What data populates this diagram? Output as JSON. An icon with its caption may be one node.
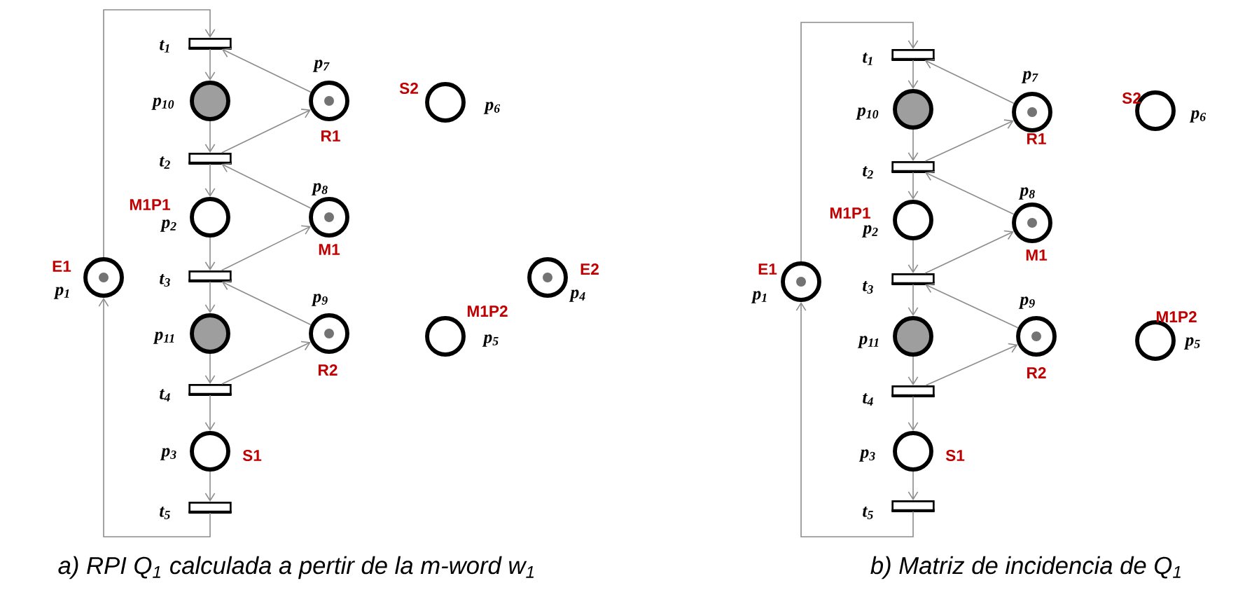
{
  "diagram": {
    "nodes": [
      {
        "text": [],
        "shape": "bar",
        "beside": [
          "t$_{1}$"
        ]
      },
      {
        "text": [],
        "shape": "circle",
        "beside": [
          "p$_{10}$"
        ]
      },
      {
        "text": [],
        "shape": "bar",
        "beside": [
          "t$_{2}$"
        ]
      },
      {
        "text": [],
        "shape": "circle",
        "beside": [
          "M1P1",
          "p$_{2}$"
        ]
      },
      {
        "text": [],
        "shape": "bar",
        "beside": [
          "t$_{3}$"
        ]
      },
      {
        "text": [],
        "shape": "circle",
        "beside": [
          "p$_{11}$"
        ]
      },
      {
        "text": [],
        "shape": "bar",
        "beside": [
          "t$_{4}$"
        ]
      },
      {
        "text": [],
        "shape": "circle",
        "beside": [
          "p$_{3}$",
          "S1"
        ]
      },
      {
        "text": [],
        "shape": "bar",
        "beside": [
          "t$_{5}$"
        ]
      },
      {
        "text": [],
        "shape": "circle",
        "beside": [
          "E1",
          "p$_{1}$"
        ]
      },
      {
        "text": [],
        "shape": "circle",
        "beside": [
          "p$_{7}$",
          "R1"
        ]
      },
      {
        "text": [],
        "shape": "circle",
        "beside": [
          "p$_{8}$",
          "M1"
        ]
      },
      {
        "text": [],
        "shape": "circle",
        "beside": [
          "p$_{9}$",
          "R2"
        ]
      },
      {
        "text": [],
        "shape": "circle",
        "beside": [
          "S2",
          "p$_{6}$"
        ]
      },
      {
        "text": [],
        "shape": "circle",
        "beside": [
          "E2",
          "p$_{4}$"
        ]
      },
      {
        "text": [],
        "shape": "circle",
        "beside": [
          "M1P2",
          "p$_{5}$"
        ]
      },
      {
        "text": [],
        "shape": "bar",
        "beside": [
          "t$_{1}$"
        ]
      },
      {
        "text": [],
        "shape": "circle",
        "beside": [
          "p$_{10}$"
        ]
      },
      {
        "text": [],
        "shape": "bar",
        "beside": [
          "t$_{2}$"
        ]
      },
      {
        "text": [],
        "shape": "circle",
        "beside": [
          "M1P1",
          "p$_{2}$"
        ]
      },
      {
        "text": [],
        "shape": "bar",
        "beside": [
          "t$_{3}$"
        ]
      },
      {
        "text": [],
        "shape": "circle",
        "beside": [
          "p$_{11}$"
        ]
      },
      {
        "text": [],
        "shape": "bar",
        "beside": [
          "t$_{4}$"
        ]
      },
      {
        "text": [],
        "shape": "circle",
        "beside": [
          "p$_{3}$",
          "S1"
        ]
      },
      {
        "text": [],
        "shape": "bar",
        "beside": [
          "t$_{5}$"
        ]
      },
      {
        "text": [],
        "shape": "circle",
        "beside": [
          "E1",
          "p$_{1}$"
        ]
      },
      {
        "text": [],
        "shape": "circle",
        "beside": [
          "p$_{7}$",
          "R1"
        ]
      },
      {
        "text": [],
        "shape": "circle",
        "beside": [
          "p$_{8}$",
          "M1"
        ]
      },
      {
        "text": [],
        "shape": "circle",
        "beside": [
          "p$_{9}$",
          "R2"
        ]
      },
      {
        "text": [],
        "shape": "circle",
        "beside": [
          "S2",
          "p$_{6}$"
        ]
      },
      {
        "text": [],
        "shape": "circle",
        "beside": [
          "M1P2",
          "p$_{5}$"
        ]
      }
    ],
    "edges": [
      {
        "from": 0,
        "to": 1,
        "arrow": "to"
      },
      {
        "from": 1,
        "to": 2,
        "arrow": "to"
      },
      {
        "from": 2,
        "to": 3,
        "arrow": "to"
      },
      {
        "from": 3,
        "to": 4,
        "arrow": "to"
      },
      {
        "from": 4,
        "to": 5,
        "arrow": "to"
      },
      {
        "from": 5,
        "to": 6,
        "arrow": "to"
      },
      {
        "from": 6,
        "to": 7,
        "arrow": "to"
      },
      {
        "from": 7,
        "to": 8,
        "arrow": "to"
      },
      {
        "from": 8,
        "to": 9,
        "arrow": "to"
      },
      {
        "from": 9,
        "to": 0,
        "arrow": "to"
      },
      {
        "from": 10,
        "to": 0,
        "arrow": "to"
      },
      {
        "from": 2,
        "to": 10,
        "arrow": "to"
      },
      {
        "from": 11,
        "to": 2,
        "arrow": "to"
      },
      {
        "from": 4,
        "to": 11,
        "arrow": "to"
      },
      {
        "from": 12,
        "to": 4,
        "arrow": "to"
      },
      {
        "from": 6,
        "to": 12,
        "arrow": "to"
      },
      {
        "from": 16,
        "to": 17,
        "arrow": "to"
      },
      {
        "from": 17,
        "to": 18,
        "arrow": "to"
      },
      {
        "from": 18,
        "to": 19,
        "arrow": "to"
      },
      {
        "from": 19,
        "to": 20,
        "arrow": "to"
      },
      {
        "from": 20,
        "to": 21,
        "arrow": "to"
      },
      {
        "from": 21,
        "to": 22,
        "arrow": "to"
      },
      {
        "from": 22,
        "to": 23,
        "arrow": "to"
      },
      {
        "from": 23,
        "to": 24,
        "arrow": "to"
      },
      {
        "from": 24,
        "to": 25,
        "arrow": "to"
      },
      {
        "from": 25,
        "to": 16,
        "arrow": "to"
      },
      {
        "from": 26,
        "to": 16,
        "arrow": "to"
      },
      {
        "from": 18,
        "to": 26,
        "arrow": "to"
      },
      {
        "from": 27,
        "to": 18,
        "arrow": "to"
      },
      {
        "from": 20,
        "to": 27,
        "arrow": "to"
      },
      {
        "from": 28,
        "to": 20,
        "arrow": "to"
      },
      {
        "from": 22,
        "to": 28,
        "arrow": "to"
      }
    ],
    "labels": [
      "a) RPI *Q*$_{1}$ calculada a pertir de la m-word *w*$_{1}$",
      "b) Matriz de incidencia de *Q*$_{1}$"
    ]
  }
}
